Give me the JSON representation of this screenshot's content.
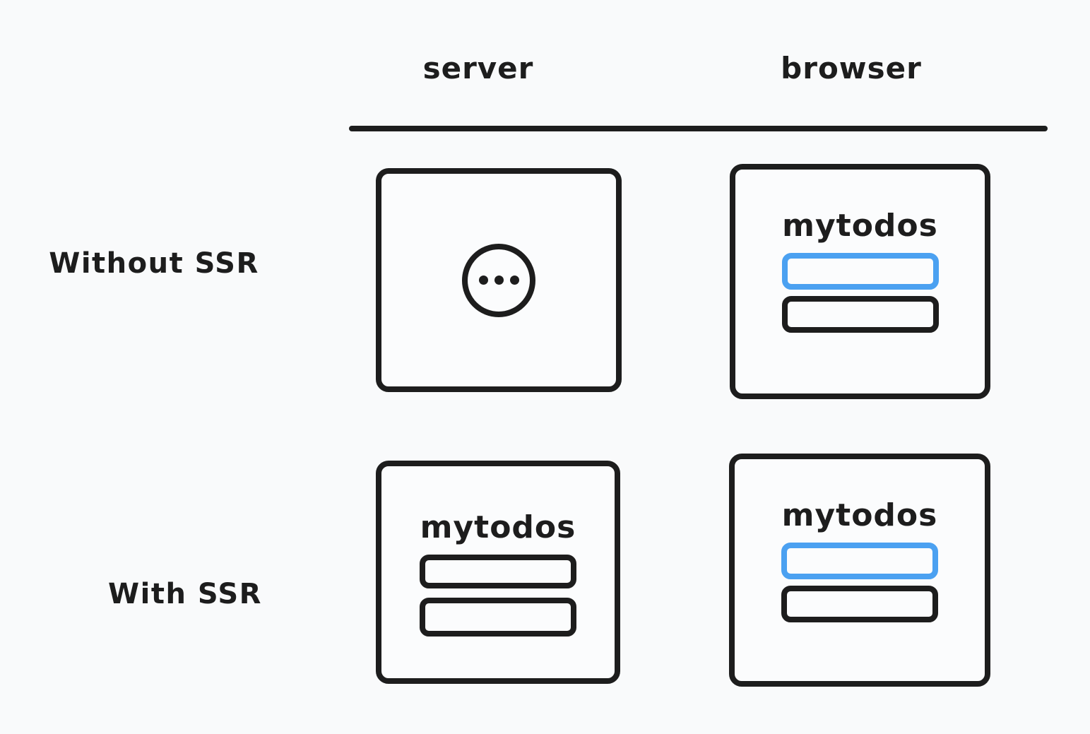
{
  "diagram": {
    "column_headers": [
      "server",
      "browser"
    ],
    "row_labels": [
      "Without SSR",
      "With SSR"
    ],
    "cards": [
      {
        "column": "server",
        "row": "Without SSR",
        "content": "loading",
        "icon": "ellipsis-loading-icon"
      },
      {
        "column": "browser",
        "row": "Without SSR",
        "title": "mytodos",
        "bars": [
          "highlighted-blue-bar",
          "plain-bar"
        ]
      },
      {
        "column": "server",
        "row": "With SSR",
        "title": "mytodos",
        "bars": [
          "plain-bar",
          "plain-bar"
        ]
      },
      {
        "column": "browser",
        "row": "With SSR",
        "title": "mytodos",
        "bars": [
          "highlighted-blue-bar",
          "plain-bar"
        ]
      }
    ],
    "icons": {
      "ellipsis_loading": "•••"
    },
    "colors": {
      "stroke": "#1d1d1d",
      "accent_blue": "#4ba1f1",
      "background": "#f9fafb"
    }
  }
}
